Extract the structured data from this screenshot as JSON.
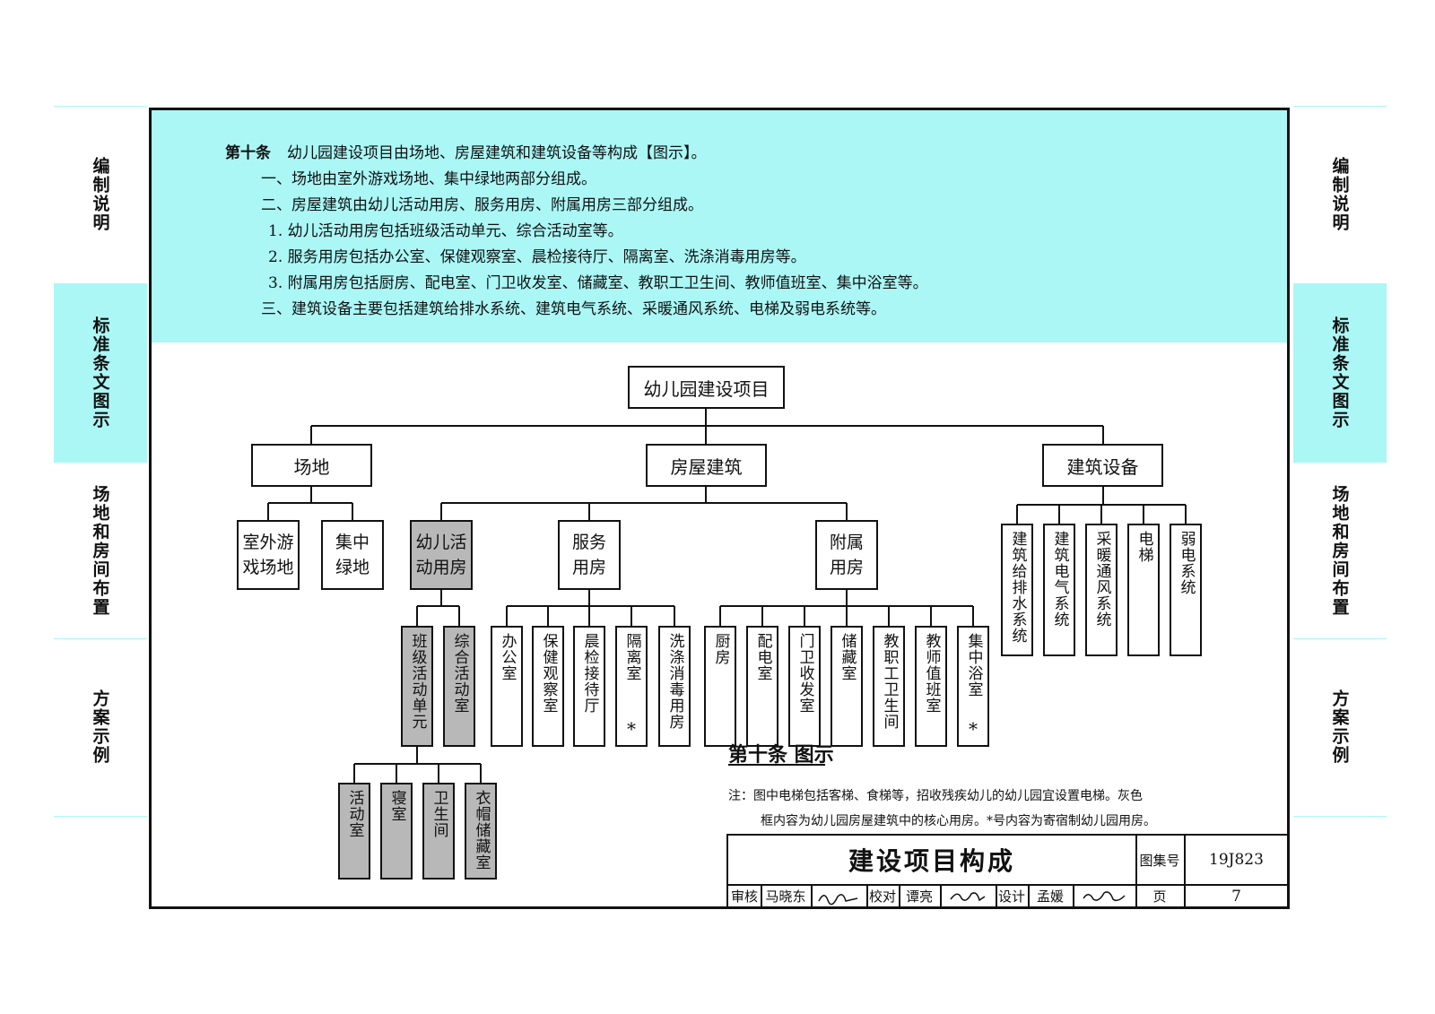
{
  "side_tabs": [
    {
      "label": "编制说明",
      "active": false
    },
    {
      "label": "标准条文图示",
      "active": true
    },
    {
      "label": "场地和房间布置",
      "active": false
    },
    {
      "label": "方案示例",
      "active": false
    }
  ],
  "article": {
    "lead": "第十条",
    "line0": "幼儿园建设项目由场地、房屋建筑和建筑设备等构成【图示】。",
    "line1": "一、场地由室外游戏场地、集中绿地两部分组成。",
    "line2": "二、房屋建筑由幼儿活动用房、服务用房、附属用房三部分组成。",
    "line3": "1. 幼儿活动用房包括班级活动单元、综合活动室等。",
    "line4": "2. 服务用房包括办公室、保健观察室、晨检接待厅、隔离室、洗涤消毒用房等。",
    "line5": "3. 附属用房包括厨房、配电室、门卫收发室、储藏室、教职工卫生间、教师值班室、集中浴室等。",
    "line6": "三、建筑设备主要包括建筑给排水系统、建筑电气系统、采暖通风系统、电梯及弱电系统等。"
  },
  "diagram": {
    "root": "幼儿园建设项目",
    "level1": {
      "site": "场地",
      "building": "房屋建筑",
      "equipment": "建筑设备"
    },
    "site": {
      "outdoor_a": "室外游",
      "outdoor_b": "戏场地",
      "green_a": "集中",
      "green_b": "绿地"
    },
    "building": {
      "child_a": "幼儿活",
      "child_b": "动用房",
      "service_a": "服务",
      "service_b": "用房",
      "aux_a": "附属",
      "aux_b": "用房"
    },
    "child_rooms": [
      "班级活动单元",
      "综合活动室"
    ],
    "class_unit_rooms": [
      "活动室",
      "寝室",
      "卫生间",
      "衣帽储藏室"
    ],
    "service_rooms": [
      "办公室",
      "保健观察室",
      "晨检接待厅",
      "隔离室",
      "洗涤消毒用房"
    ],
    "aux_rooms": [
      "厨房",
      "配电室",
      "门卫收发室",
      "储藏室",
      "教职工卫生间",
      "教师值班室",
      "集中浴室"
    ],
    "equipment_items": [
      "建筑给排水系统",
      "建筑电气系统",
      "采暖通风系统",
      "电梯",
      "弱电系统"
    ],
    "star": "*"
  },
  "caption": "第十条 图示",
  "note": {
    "line1": "注：图中电梯包括客梯、食梯等，招收残疾幼儿的幼儿园宜设置电梯。灰色",
    "line2": "框内容为幼儿园房屋建筑中的核心用房。*号内容为寄宿制幼儿园用房。"
  },
  "title_block": {
    "title": "建设项目构成",
    "atlas_label": "图集号",
    "atlas_no": "19J823",
    "review_label": "审核",
    "reviewer": "马晓东",
    "check_label": "校对",
    "checker": "谭亮",
    "design_label": "设计",
    "designer": "孟媛",
    "page_label": "页",
    "page_no": "7"
  }
}
